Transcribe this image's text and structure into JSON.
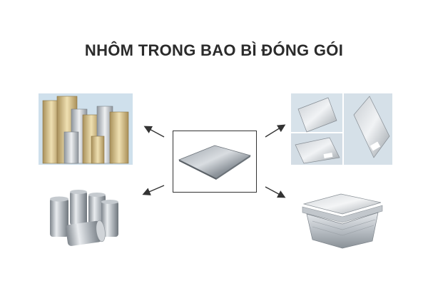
{
  "title": "NHÔM TRONG BAO BÌ ĐÓNG GÓI",
  "center": {
    "name": "aluminium-sheet"
  },
  "items": [
    {
      "name": "foil-pouches"
    },
    {
      "name": "foil-envelopes"
    },
    {
      "name": "aluminium-cans"
    },
    {
      "name": "foil-food-tray"
    }
  ],
  "colors": {
    "title": "#2b2b2b",
    "frame": "#333333",
    "panel_bg": "#cfe0ec",
    "metal_light": "#e4e7ea",
    "metal_mid": "#b9bec4",
    "metal_dark": "#7d848b",
    "gold": "#c9b27a"
  }
}
